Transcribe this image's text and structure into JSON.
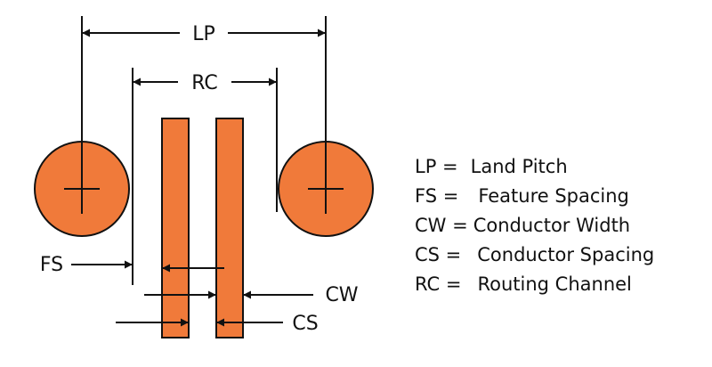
{
  "colors": {
    "copper": "#F07A3A",
    "line": "#111111",
    "background": "#FFFFFF"
  },
  "labels": {
    "lp": "LP",
    "rc": "RC",
    "fs": "FS",
    "cw": "CW",
    "cs": "CS"
  },
  "legend": [
    {
      "abbr": "LP =",
      "desc": "Land Pitch"
    },
    {
      "abbr": "FS =",
      "desc": "Feature Spacing"
    },
    {
      "abbr": "CW =",
      "desc": "Conductor Width"
    },
    {
      "abbr": "CS =",
      "desc": "Conductor Spacing"
    },
    {
      "abbr": "RC =",
      "desc": "Routing Channel"
    }
  ]
}
